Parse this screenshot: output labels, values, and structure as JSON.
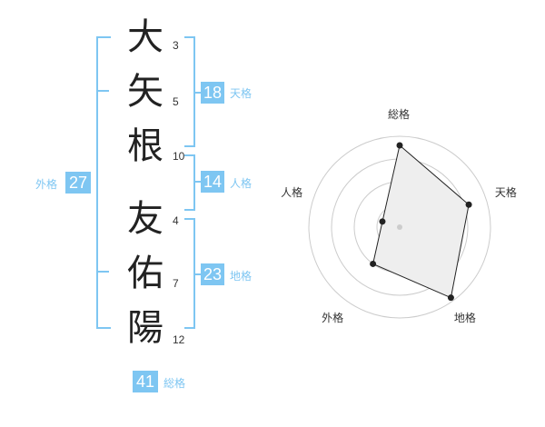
{
  "name": {
    "characters": [
      {
        "char": "大",
        "strokes": "3"
      },
      {
        "char": "矢",
        "strokes": "5"
      },
      {
        "char": "根",
        "strokes": "10"
      },
      {
        "char": "友",
        "strokes": "4"
      },
      {
        "char": "佑",
        "strokes": "7"
      },
      {
        "char": "陽",
        "strokes": "12"
      }
    ]
  },
  "fortune": {
    "tenkaku": {
      "value": "18",
      "label": "天格"
    },
    "jinkaku": {
      "value": "14",
      "label": "人格"
    },
    "chikaku": {
      "value": "23",
      "label": "地格"
    },
    "gaikaku": {
      "value": "27",
      "label": "外格"
    },
    "soukaku": {
      "value": "41",
      "label": "総格"
    }
  },
  "chart_data": {
    "type": "radar",
    "axes": [
      "総格",
      "天格",
      "地格",
      "外格",
      "人格"
    ],
    "values": [
      4.5,
      4.0,
      4.8,
      2.5,
      1.0
    ],
    "max": 5,
    "rings": 4,
    "colors": {
      "fill": "#eeeeee",
      "stroke": "#222222",
      "grid": "#cccccc",
      "accent": "#7ec6f2"
    }
  }
}
